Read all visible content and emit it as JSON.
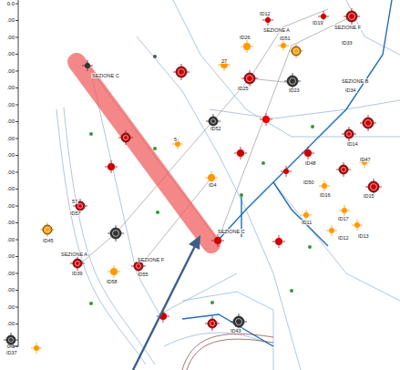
{
  "diagram": {
    "labels": [
      "SEZIONE C",
      "ID12",
      "ID26",
      "SEZIONE A",
      "ID51",
      "ID19",
      "SEZIONE F",
      "ID33",
      "27",
      "ID25",
      "ID23",
      "SEZIONE B",
      "ID34",
      "ID52",
      "5",
      "ID14",
      "ID48",
      "ID47",
      "ID4",
      "ID50",
      "ID16",
      "ID15",
      "ID11",
      "ID17",
      "ID12",
      "ID13",
      "SEZIONE C",
      "57",
      "ID57",
      "ID45",
      "SEZIONE A",
      "SEZIONE F",
      "ID39",
      "ID58",
      "ID55",
      "ID43",
      "ID37",
      "0.0",
      ".00",
      ".00",
      ".00",
      ".00",
      ".00",
      ".00",
      ".00",
      ".00",
      ".00",
      ".00",
      ".00",
      ".00",
      ".00",
      ".00",
      ".00",
      ".00",
      ".00",
      ".00",
      ".00",
      "0.0"
    ]
  }
}
